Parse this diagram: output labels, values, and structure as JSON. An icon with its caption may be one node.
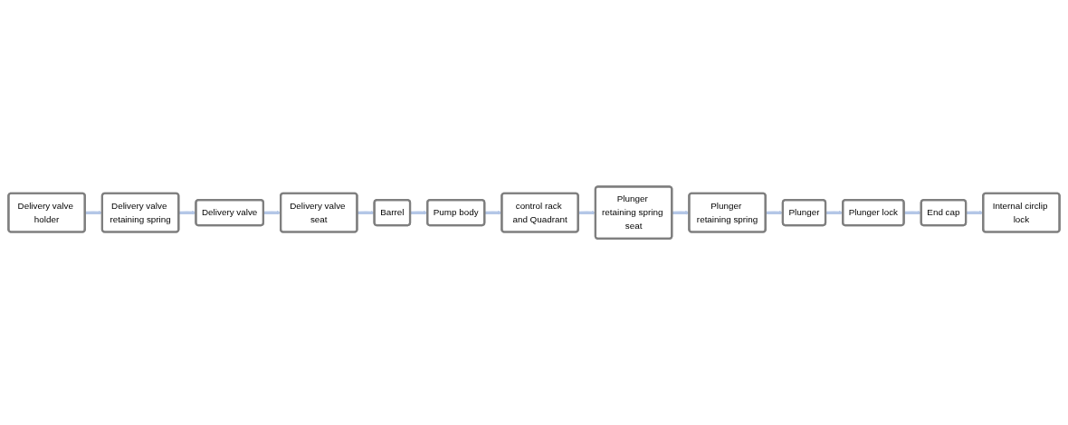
{
  "diagram": {
    "nodes": [
      {
        "text": [
          "Delivery valve holder"
        ]
      },
      {
        "text": [
          "Delivery valve retaining spring"
        ]
      },
      {
        "text": [
          "Delivery valve"
        ]
      },
      {
        "text": [
          "Delivery valve seat"
        ]
      },
      {
        "text": [
          "Barrel"
        ]
      },
      {
        "text": [
          "Pump body"
        ]
      },
      {
        "text": [
          "control rack and Quadrant"
        ]
      },
      {
        "text": [
          "Plunger retaining spring seat"
        ]
      },
      {
        "text": [
          "Plunger retaining spring"
        ]
      },
      {
        "text": [
          "Plunger"
        ]
      },
      {
        "text": [
          "Plunger lock"
        ]
      },
      {
        "text": [
          "End cap"
        ]
      },
      {
        "text": [
          "Internal circlip lock"
        ]
      }
    ],
    "edges": [
      {
        "from": 0,
        "to": 1,
        "arrow": "to"
      },
      {
        "from": 1,
        "to": 2,
        "arrow": "to"
      },
      {
        "from": 2,
        "to": 3,
        "arrow": "to"
      },
      {
        "from": 3,
        "to": 4,
        "arrow": "to"
      },
      {
        "from": 4,
        "to": 5,
        "arrow": "to"
      },
      {
        "from": 5,
        "to": 6,
        "arrow": "to"
      },
      {
        "from": 6,
        "to": 7,
        "arrow": "to"
      },
      {
        "from": 7,
        "to": 8,
        "arrow": "to"
      },
      {
        "from": 8,
        "to": 9,
        "arrow": "to"
      },
      {
        "from": 9,
        "to": 10,
        "arrow": "to"
      },
      {
        "from": 10,
        "to": 11,
        "arrow": "to"
      },
      {
        "from": 11,
        "to": 12,
        "arrow": "to"
      }
    ]
  }
}
